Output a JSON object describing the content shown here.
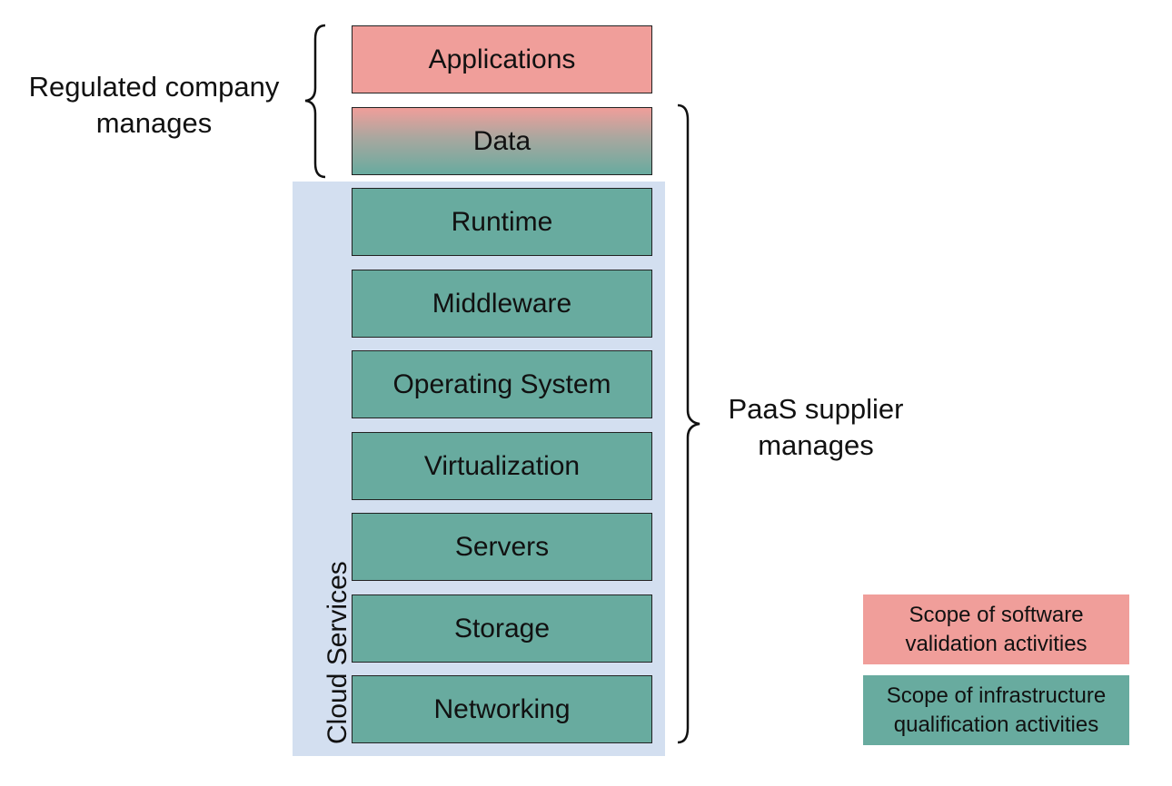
{
  "diagram": {
    "cloud_services_label": "Cloud Services",
    "layers": [
      {
        "label": "Applications",
        "scope": "software"
      },
      {
        "label": "Data",
        "scope": "mixed"
      },
      {
        "label": "Runtime",
        "scope": "infrastructure"
      },
      {
        "label": "Middleware",
        "scope": "infrastructure"
      },
      {
        "label": "Operating System",
        "scope": "infrastructure"
      },
      {
        "label": "Virtualization",
        "scope": "infrastructure"
      },
      {
        "label": "Servers",
        "scope": "infrastructure"
      },
      {
        "label": "Storage",
        "scope": "infrastructure"
      },
      {
        "label": "Networking",
        "scope": "infrastructure"
      }
    ],
    "regulated_label": {
      "line1": "Regulated company",
      "line2": "manages"
    },
    "paas_label": {
      "line1": "PaaS supplier",
      "line2": "manages"
    }
  },
  "legend": {
    "software": {
      "line1": "Scope of software",
      "line2": "validation activities"
    },
    "infrastructure": {
      "line1": "Scope of infrastructure",
      "line2": "qualification activities"
    }
  },
  "colors": {
    "software": "#f09e9a",
    "infrastructure": "#68ab9f",
    "cloud_background": "#d3dff0"
  }
}
